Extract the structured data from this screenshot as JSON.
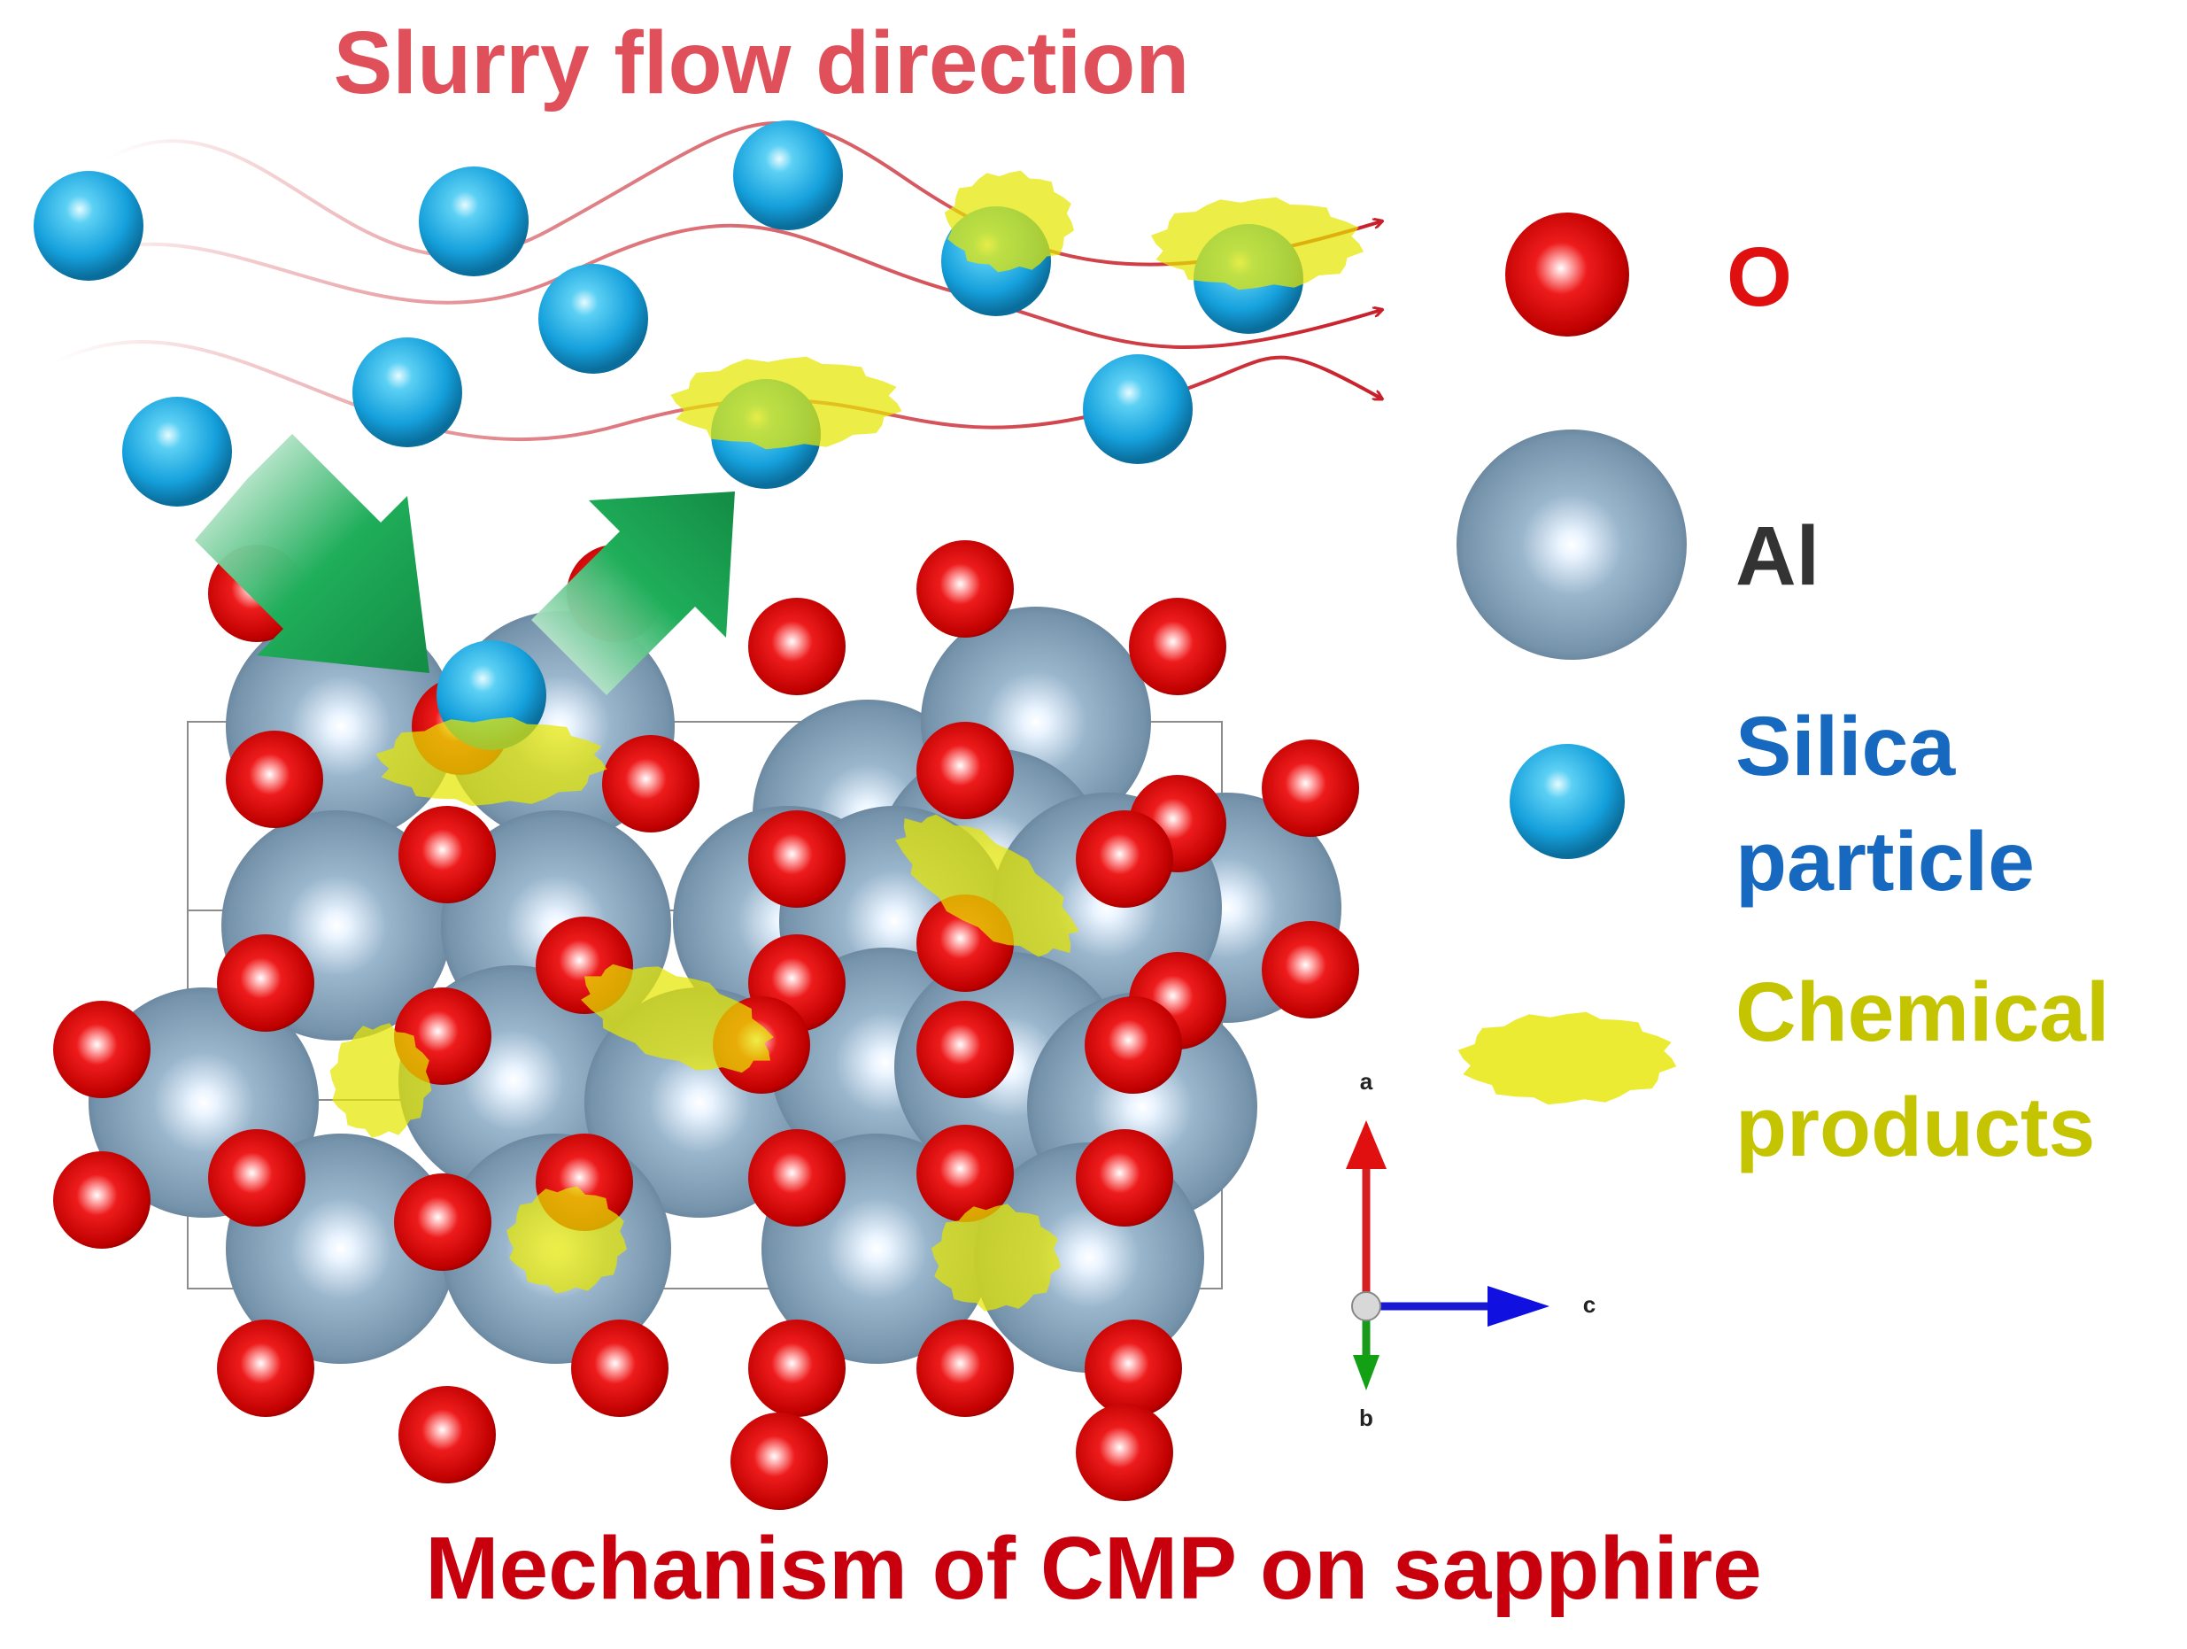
{
  "header": {
    "title": "Slurry flow direction"
  },
  "legend": {
    "oxygen": {
      "label": "O"
    },
    "aluminum": {
      "label": "Al"
    },
    "silica": {
      "label_line1": "Silica",
      "label_line2": "particle"
    },
    "chemical": {
      "label_line1": "Chemical",
      "label_line2": "products"
    }
  },
  "axes": {
    "a": "a",
    "b": "b",
    "c": "c"
  },
  "footer": {
    "caption": "Mechanism of CMP on sapphire"
  },
  "colors": {
    "title": "#e0505a",
    "caption": "#c8000e",
    "oxygen": "#e01010",
    "aluminum": "#7f9db5",
    "silica": "#1aa8e0",
    "silica_label": "#1769c0",
    "chemical": "#d8d800",
    "chemical_label": "#c4c400",
    "flow_line": "#c8202a",
    "green_arrow": "#1fae5a"
  }
}
